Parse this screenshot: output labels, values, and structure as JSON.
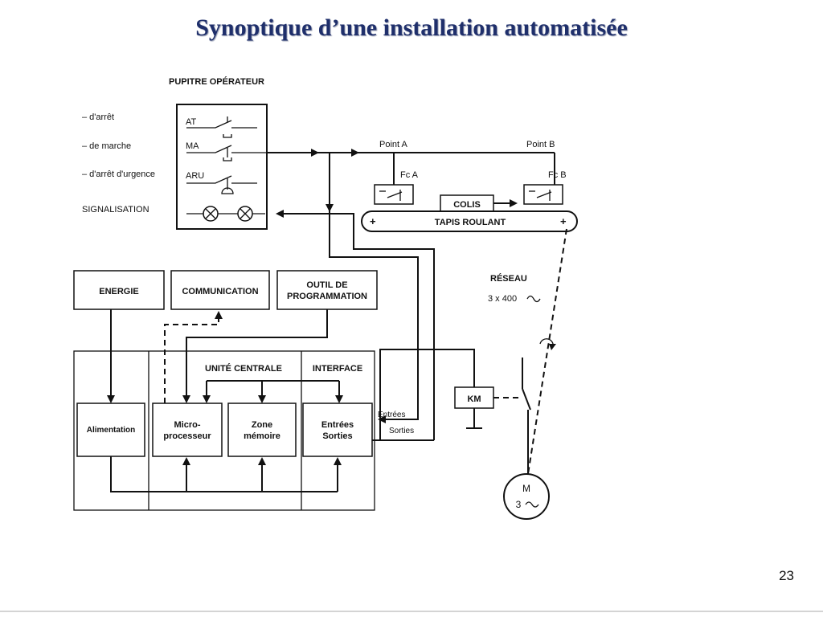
{
  "slide": {
    "title": "Synoptique d’une installation automatisée",
    "page_number": "23"
  },
  "pupitre": {
    "title": "PUPITRE OPÉRATEUR",
    "labels": [
      "– d'arrêt",
      "– de marche",
      "– d'arrêt d'urgence",
      "SIGNALISATION"
    ],
    "switches": [
      "AT",
      "MA",
      "ARU"
    ]
  },
  "convoyeur": {
    "point_a": "Point A",
    "point_b": "Point B",
    "fc_a": "Fc A",
    "fc_b": "Fc B",
    "colis": "COLIS",
    "tapis": "TAPIS ROULANT",
    "plus": "+"
  },
  "blocks": {
    "energie": "ENERGIE",
    "communication": "COMMUNICATION",
    "outil_line1": "OUTIL DE",
    "outil_line2": "PROGRAMMATION",
    "unite_centrale": "UNITÉ CENTRALE",
    "interface": "INTERFACE",
    "alimentation": "Alimentation",
    "micro_line1": "Micro-",
    "micro_line2": "processeur",
    "zone_line1": "Zone",
    "zone_line2": "mémoire",
    "es_line1": "Entrées",
    "es_line2": "Sorties",
    "entrees": "Entrées",
    "sorties": "Sorties"
  },
  "reseau": {
    "title": "RÉSEAU",
    "spec": "3 x 400",
    "km": "KM",
    "motor_m": "M",
    "motor_3": "3"
  }
}
